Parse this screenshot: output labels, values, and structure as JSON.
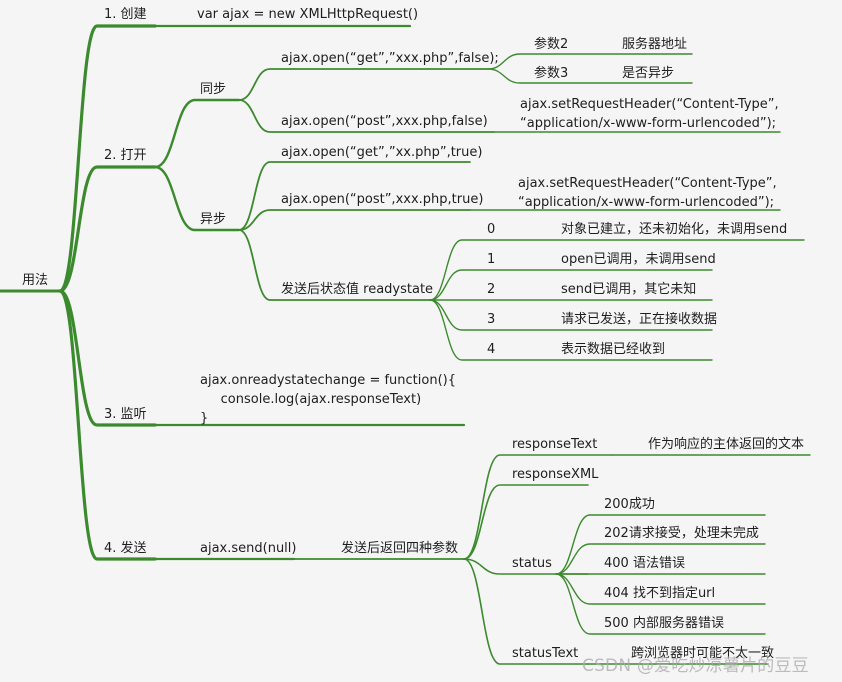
{
  "theme": {
    "branch_color": "#3c8a2e",
    "text_color": "#1e1e1e",
    "background": "#f5f5f5"
  },
  "diagram": {
    "root": "用法",
    "create": {
      "label": "1. 创建",
      "code": "var ajax = new XMLHttpRequest()"
    },
    "open": {
      "label": "2. 打开",
      "sync": {
        "label": "同步",
        "get": "ajax.open(“get”,”xxx.php”,false);",
        "param2": "参数2",
        "param2_desc": "服务器地址",
        "param3": "参数3",
        "param3_desc": "是否异步",
        "post": "ajax.open(“post”,xxx.php,false)",
        "post_header": "ajax.setRequestHeader(“Content-Type”,\n“application/x-www-form-urlencoded”);"
      },
      "async": {
        "label": "异步",
        "get": "ajax.open(“get”,”xx.php”,true)",
        "post": "ajax.open(“post”,xxx.php,true)",
        "post_header": "ajax.setRequestHeader(“Content-Type”,\n“application/x-www-form-urlencoded”);",
        "readystate": {
          "label": "发送后状态值 readystate",
          "states": [
            {
              "value": "0",
              "desc": "对象已建立，还未初始化，未调用send"
            },
            {
              "value": "1",
              "desc": "open已调用，未调用send"
            },
            {
              "value": "2",
              "desc": "send已调用，其它未知"
            },
            {
              "value": "3",
              "desc": "请求已发送，正在接收数据"
            },
            {
              "value": "4",
              "desc": "表示数据已经收到"
            }
          ]
        }
      }
    },
    "listen": {
      "label": "3. 监听",
      "code": "ajax.onreadystatechange = function(){\n     console.log(ajax.responseText)\n}"
    },
    "send": {
      "label": "4. 发送",
      "code": "ajax.send(null)",
      "returns": "发送后返回四种参数",
      "response_text": "responseText",
      "response_text_desc": "作为响应的主体返回的文本",
      "response_xml": "responseXML",
      "status": "status",
      "status_codes": [
        "200成功",
        "202请求接受，处理未完成",
        "400 语法错误",
        "404 找不到指定url",
        "500 内部服务器错误"
      ],
      "status_text": "statusText",
      "status_text_desc": "跨浏览器时可能不太一致"
    }
  },
  "watermark": "CSDN @爱吃炒凉薯片的豆豆"
}
